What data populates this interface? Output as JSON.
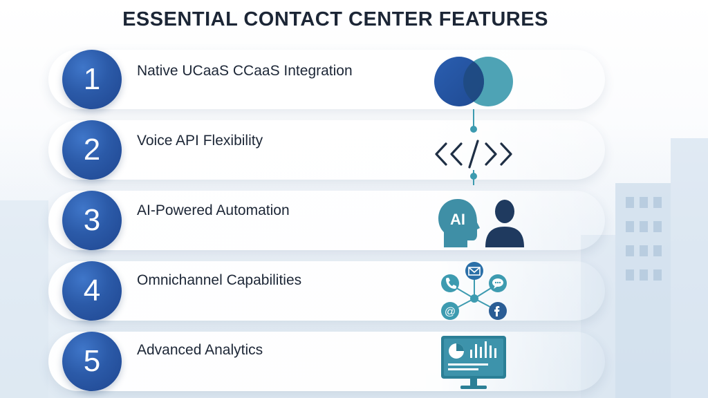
{
  "title": "ESSENTIAL CONTACT CENTER FEATURES",
  "features": [
    {
      "number": "1",
      "label": "Native UCaaS CCaaS Integration",
      "icon": "overlapping-circles-icon"
    },
    {
      "number": "2",
      "label": "Voice API Flexibility",
      "icon": "code-brackets-icon"
    },
    {
      "number": "3",
      "label": "AI-Powered Automation",
      "icon": "ai-head-and-person-icon",
      "icon_text": "AI"
    },
    {
      "number": "4",
      "label": "Omnichannel Capabilities",
      "icon": "channel-network-icon",
      "icon_text": "@"
    },
    {
      "number": "5",
      "label": "Advanced Analytics",
      "icon": "analytics-monitor-icon"
    }
  ],
  "colors": {
    "navy": "#1f4690",
    "teal": "#3d9bb0",
    "dark_teal": "#2b7f96",
    "person": "#1f3a5f"
  }
}
